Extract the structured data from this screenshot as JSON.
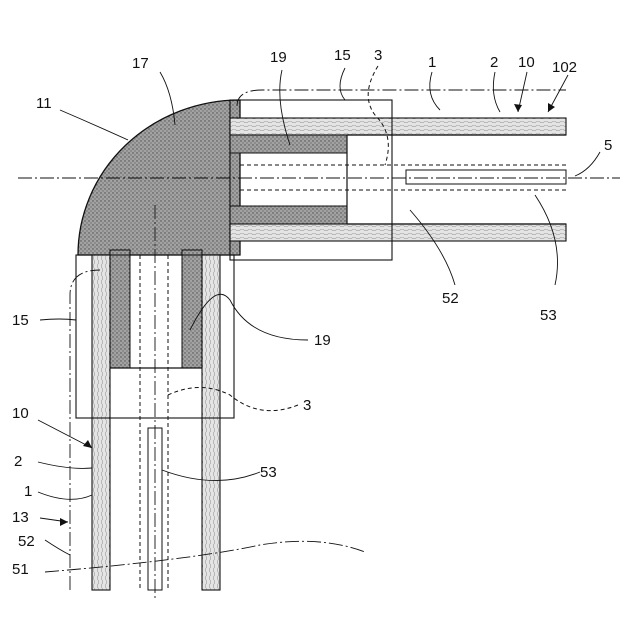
{
  "figure": {
    "labels": {
      "l17": "17",
      "l19a": "19",
      "l15a": "15",
      "l3a": "3",
      "l1a": "1",
      "l2a": "2",
      "l10a": "10",
      "l102": "102",
      "l11": "11",
      "l5": "5",
      "l52a": "52",
      "l53a": "53",
      "l15b": "15",
      "l19b": "19",
      "l10b": "10",
      "l3b": "3",
      "l2b": "2",
      "l53b": "53",
      "l1b": "1",
      "l13": "13",
      "l52b": "52",
      "l51": "51"
    },
    "colors": {
      "molded_fill": "#9a9a9a",
      "tube_wall": "#d4d4d4",
      "line": "#111111"
    }
  }
}
